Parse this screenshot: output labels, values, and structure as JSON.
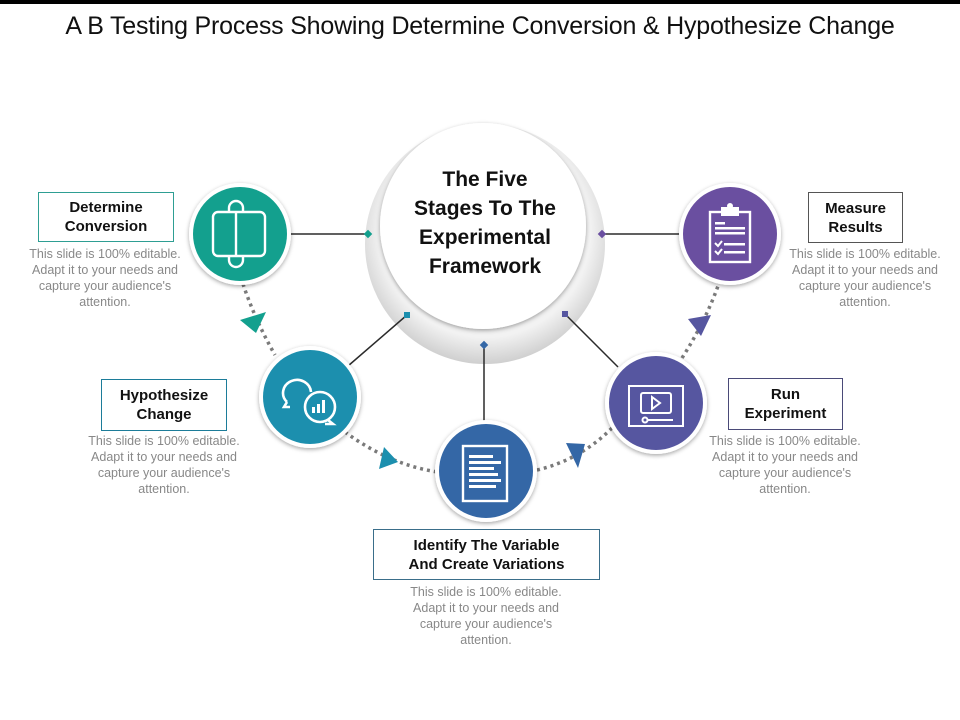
{
  "title": "A B Testing Process Showing Determine Conversion & Hypothesize Change",
  "center": {
    "text": "The Five Stages To The Experimental Framework",
    "lines": [
      "The Five",
      "Stages To The",
      "Experimental",
      "Framework"
    ]
  },
  "stages": [
    {
      "id": "determine-conversion",
      "title_lines": [
        "Determine",
        "Conversion"
      ],
      "description": "This slide is 100% editable. Adapt it to your needs and capture your audience's attention.",
      "desc_lines": [
        "This slide is 100% editable.",
        "Adapt it to your needs and",
        "capture your audience's",
        "attention."
      ],
      "icon": "luggage-icon",
      "color": "#13A08E"
    },
    {
      "id": "hypothesize-change",
      "title_lines": [
        "Hypothesize",
        "Change"
      ],
      "description": "This slide is 100% editable. Adapt it to your needs and capture your audience's attention.",
      "desc_lines": [
        "This slide is 100% editable.",
        "Adapt it to your needs and",
        "capture your audience's",
        "attention."
      ],
      "icon": "chat-chart-icon",
      "color": "#1C8FAE"
    },
    {
      "id": "identify-variable",
      "title_lines": [
        "Identify  The Variable",
        "And Create Variations"
      ],
      "description": "This slide is 100% editable. Adapt it to your needs and capture your audience's attention.",
      "desc_lines": [
        "This slide is 100% editable.",
        "Adapt it to your needs and",
        "capture your audience's",
        "attention."
      ],
      "icon": "document-icon",
      "color": "#3467A6"
    },
    {
      "id": "run-experiment",
      "title_lines": [
        "Run",
        "Experiment"
      ],
      "description": "This slide is 100% editable. Adapt it to your needs and capture your audience's attention.",
      "desc_lines": [
        "This slide is 100% editable.",
        "Adapt it to your needs and",
        "capture your audience's",
        "attention."
      ],
      "icon": "video-player-icon",
      "color": "#5656A0"
    },
    {
      "id": "measure-results",
      "title_lines": [
        "Measure",
        "Results"
      ],
      "description": "This slide is 100% editable. Adapt it to your needs and capture your audience's attention.",
      "desc_lines": [
        "This slide is 100% editable.",
        "Adapt it to your needs and",
        "capture your audience's",
        "attention."
      ],
      "icon": "clipboard-checklist-icon",
      "color": "#6A4FA0"
    }
  ],
  "colors": {
    "connector": "#2b2b2b",
    "dotted": "#7a7a7a",
    "ring": "#dcdcdc",
    "box_borders": [
      "#2E9E93",
      "#1C7C99",
      "#3A6E8A",
      "#4A4A78",
      "#555555"
    ]
  }
}
